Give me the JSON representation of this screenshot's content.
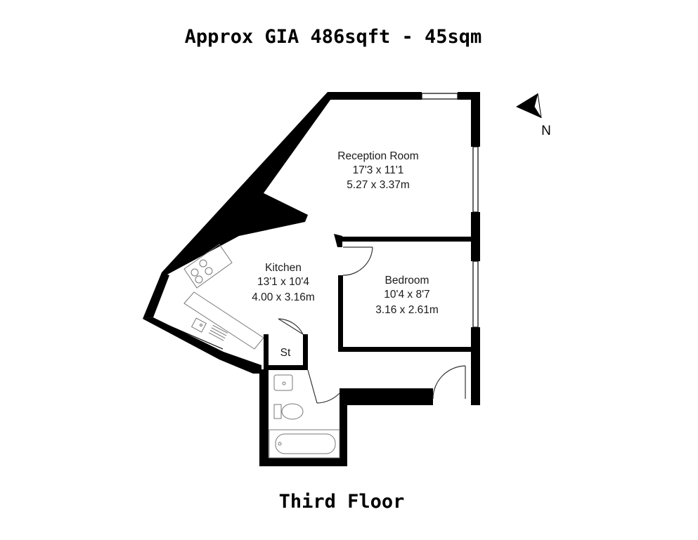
{
  "heading": "Approx GIA 486sqft - 45sqm",
  "floor_label": "Third Floor",
  "compass_label": "N",
  "rooms": [
    {
      "name": "Reception Room",
      "imperial": "17'3 x 11'1",
      "metric": "5.27 x 3.37m"
    },
    {
      "name": "Kitchen",
      "imperial": "13'1 x 10'4",
      "metric": "4.00 x 3.16m"
    },
    {
      "name": "Bedroom",
      "imperial": "10'4 x 8'7",
      "metric": "3.16 x 2.61m"
    }
  ],
  "store_label": "St",
  "colors": {
    "wall": "#000000",
    "background": "#ffffff",
    "fixture_line": "#777777"
  }
}
